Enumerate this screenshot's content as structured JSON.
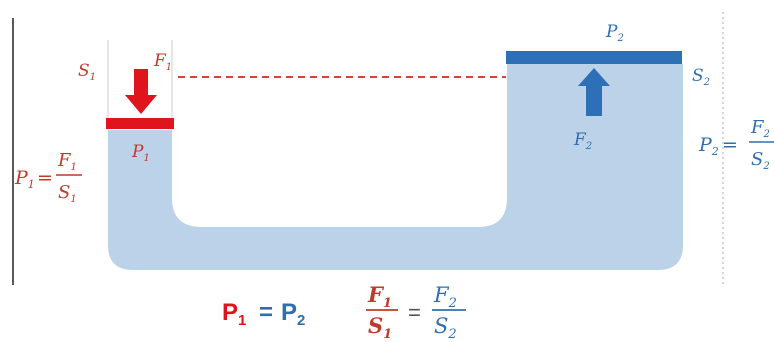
{
  "colors": {
    "fluid": "#bcd2e8",
    "red": "#e0141c",
    "blue": "#2e70b8",
    "label_red": "#c0392b",
    "label_blue": "#2f6fb0",
    "dash": "#d9403a"
  },
  "diagram": {
    "left": {
      "area": {
        "base": "S",
        "sub": "1"
      },
      "force": {
        "base": "F",
        "sub": "1"
      },
      "pressure": {
        "base": "P",
        "sub": "1"
      },
      "formula": {
        "lhs_base": "P",
        "lhs_sub": "1",
        "num_base": "F",
        "num_sub": "1",
        "den_base": "S",
        "den_sub": "1"
      }
    },
    "right": {
      "area": {
        "base": "S",
        "sub": "2"
      },
      "force": {
        "base": "F",
        "sub": "2"
      },
      "pressure": {
        "base": "P",
        "sub": "2"
      },
      "formula": {
        "lhs_base": "P",
        "lhs_sub": "2",
        "num_base": "F",
        "num_sub": "2",
        "den_base": "S",
        "den_sub": "2"
      }
    }
  },
  "equation": {
    "p1": {
      "base": "P",
      "sub": "1"
    },
    "equals": "=",
    "p2": {
      "base": "P",
      "sub": "2"
    },
    "ratio_left": {
      "num_base": "F",
      "num_sub": "1",
      "den_base": "S",
      "den_sub": "1"
    },
    "ratio_right": {
      "num_base": "F",
      "num_sub": "2",
      "den_base": "S",
      "den_sub": "2"
    }
  }
}
